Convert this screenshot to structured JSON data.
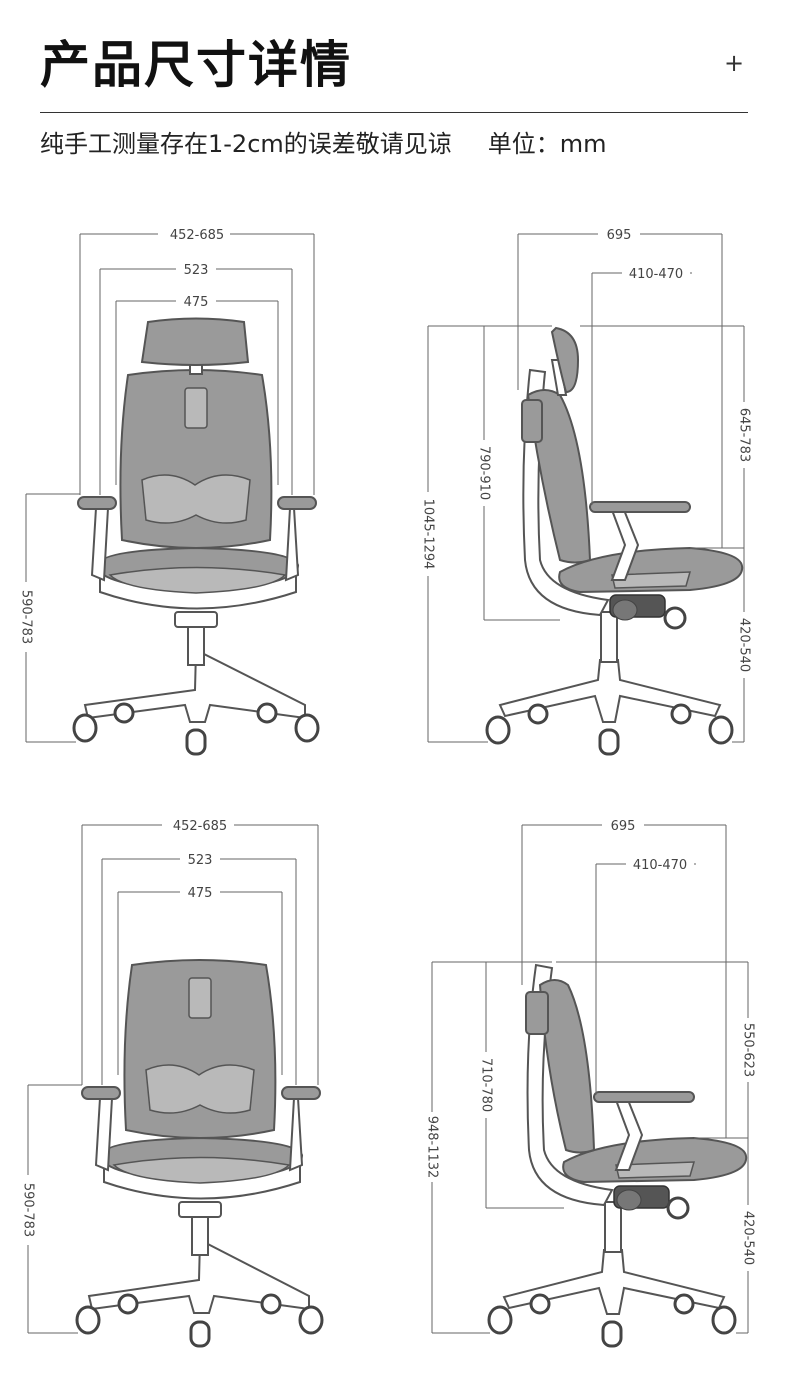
{
  "header": {
    "title": "产品尺寸详情",
    "expand_icon": "+",
    "note": "纯手工测量存在1-2cm的误差敬请见谅",
    "unit": "单位：mm"
  },
  "front_high": {
    "width_outer": "452-685",
    "width_middle": "523",
    "width_inner": "475",
    "arm_height": "590-783"
  },
  "side_high": {
    "depth": "695",
    "seat_depth": "410-470",
    "total_height": "1045-1294",
    "back_height": "790-910",
    "headrest_to_arm": "645-783",
    "seat_height": "420-540"
  },
  "front_low": {
    "width_outer": "452-685",
    "width_middle": "523",
    "width_inner": "475",
    "arm_height": "590-783"
  },
  "side_low": {
    "depth": "695",
    "seat_depth": "410-470",
    "total_height": "948-1132",
    "back_height": "710-780",
    "back_to_arm": "550-623",
    "seat_height": "420-540"
  },
  "icons": {
    "expand": "plus-icon",
    "chair_front_headrest": "chair-front-with-headrest",
    "chair_side_headrest": "chair-side-with-headrest",
    "chair_front": "chair-front",
    "chair_side": "chair-side"
  }
}
